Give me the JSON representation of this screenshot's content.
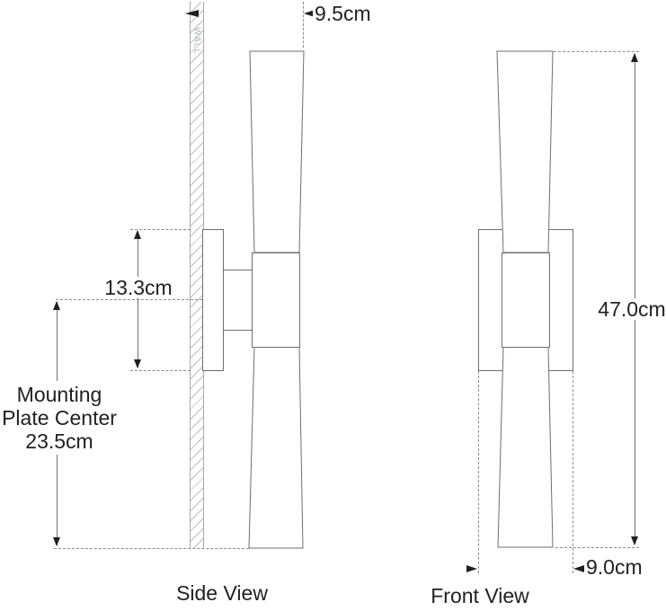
{
  "side_view": {
    "label": "Side View",
    "wall_label": "WALL",
    "depth_dim": "9.5cm",
    "plate_height_dim": "13.3cm",
    "mounting_center": [
      "Mounting",
      "Plate Center",
      "23.5cm"
    ]
  },
  "front_view": {
    "label": "Front View",
    "height_dim": "47.0cm",
    "width_dim": "9.0cm"
  },
  "colors": {
    "outline": "#6d6e71",
    "dashed_line": "#898b8e",
    "text": "#231f20",
    "wall": "#a7a9ac"
  }
}
